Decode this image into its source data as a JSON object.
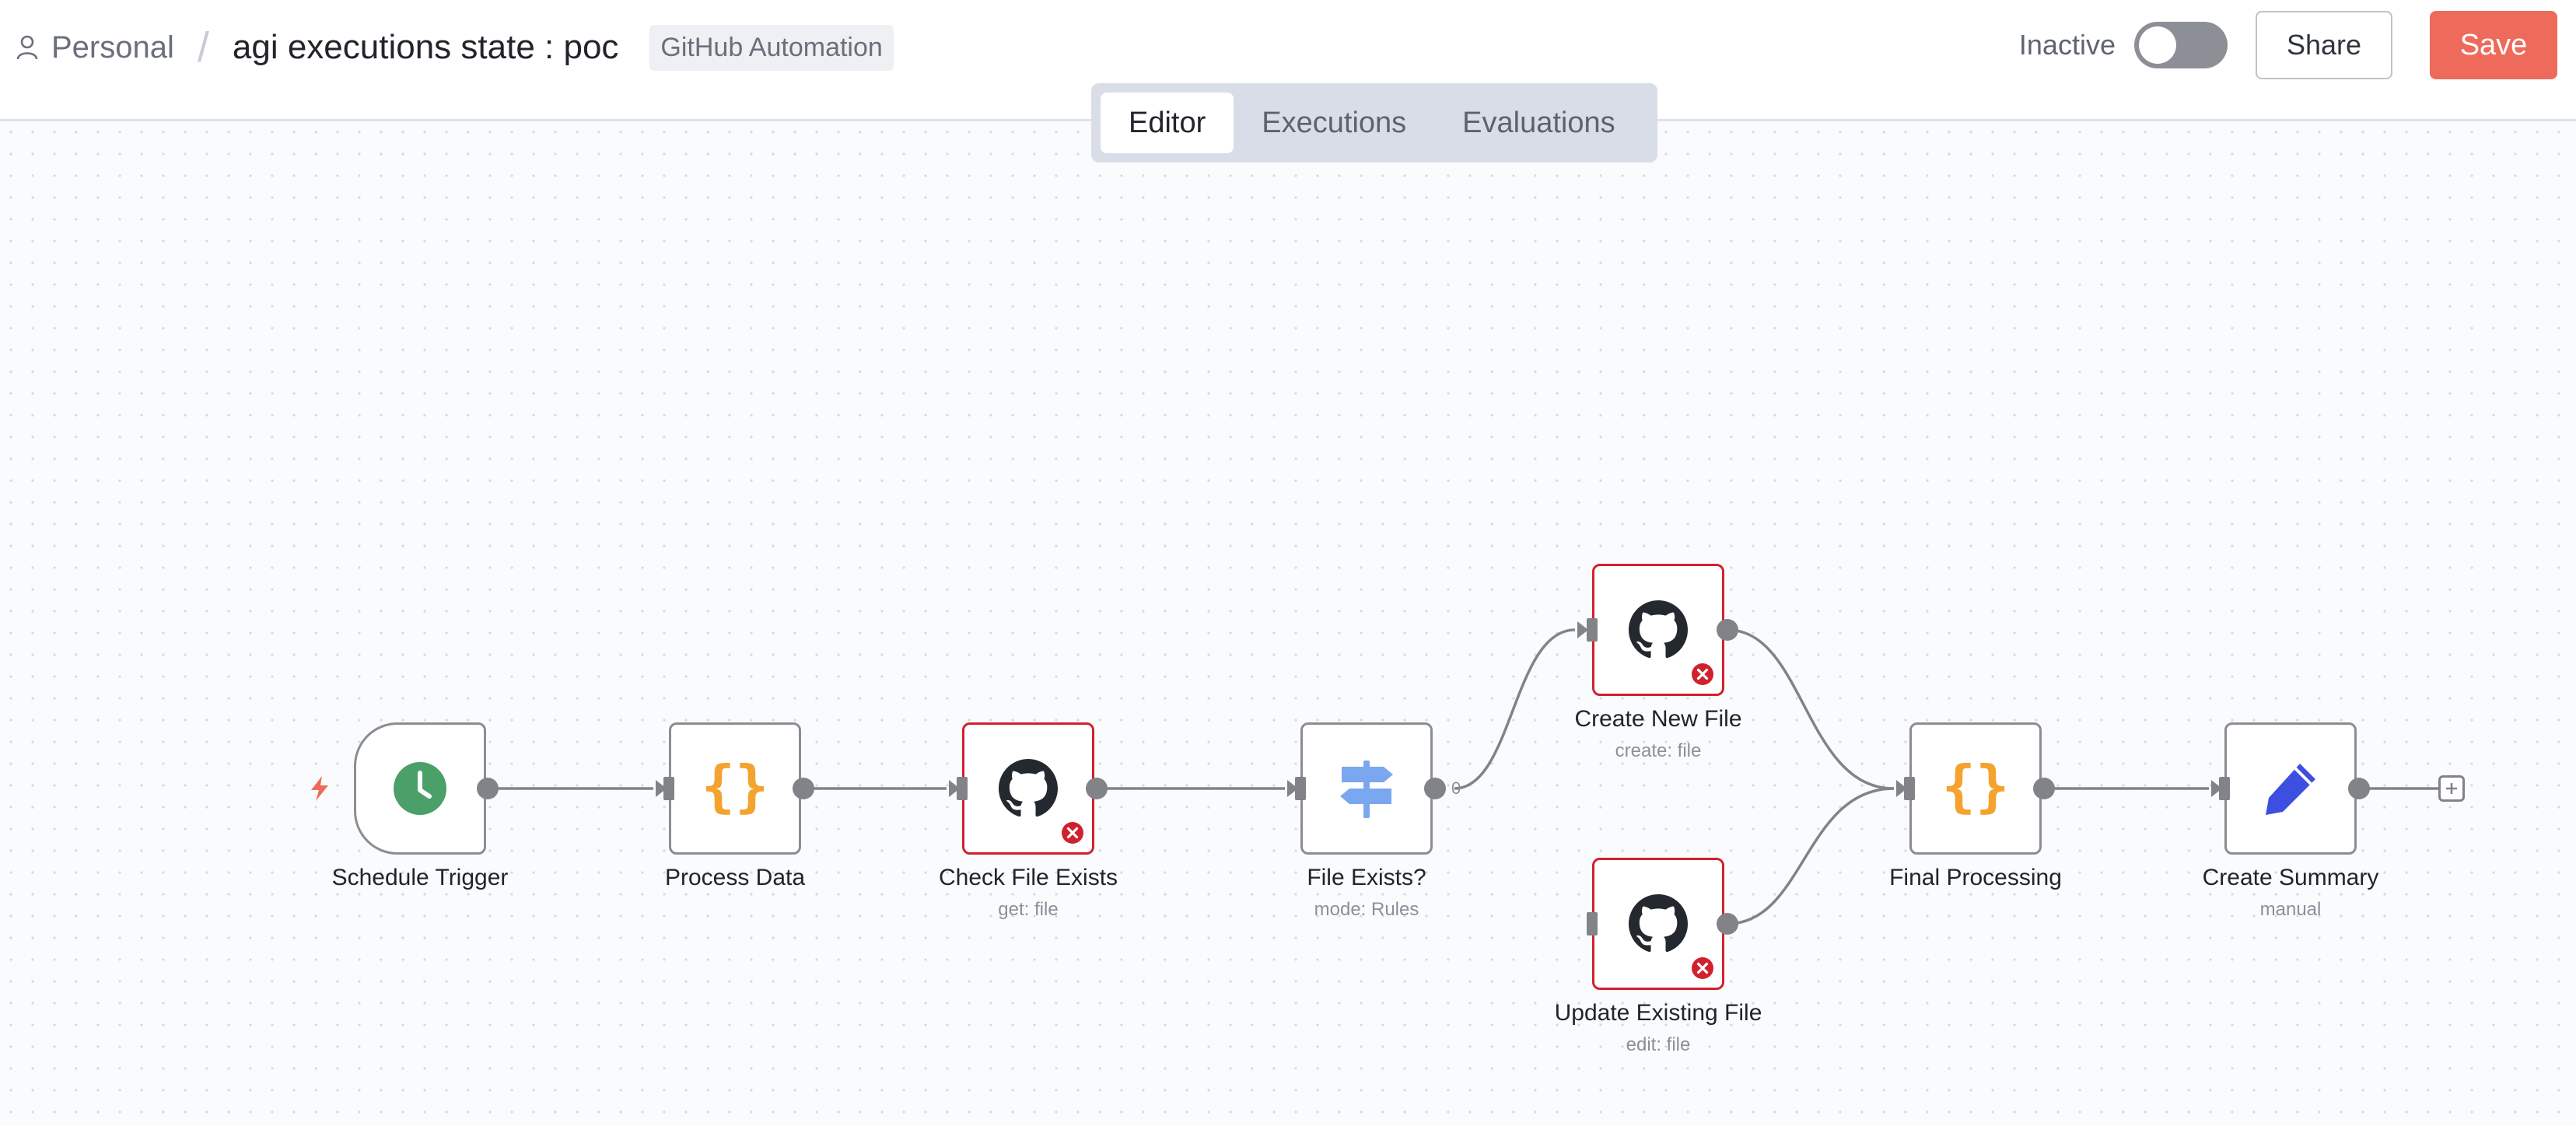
{
  "header": {
    "breadcrumb": {
      "project": "Personal",
      "separator": "/",
      "workflow_name": "agi executions state : poc"
    },
    "tag": "GitHub Automation",
    "status_label": "Inactive",
    "active": false,
    "share_label": "Share",
    "save_label": "Save"
  },
  "tabs": [
    {
      "label": "Editor",
      "active": true
    },
    {
      "label": "Executions",
      "active": false
    },
    {
      "label": "Evaluations",
      "active": false
    }
  ],
  "nodes": {
    "schedule_trigger": {
      "label": "Schedule Trigger",
      "subtitle": "",
      "icon": "clock-icon",
      "error": false
    },
    "process_data": {
      "label": "Process Data",
      "subtitle": "",
      "icon": "code-braces-icon",
      "error": false
    },
    "check_file_exists": {
      "label": "Check File Exists",
      "subtitle": "get: file",
      "icon": "github-icon",
      "error": true
    },
    "file_exists": {
      "label": "File Exists?",
      "subtitle": "mode: Rules",
      "icon": "signpost-icon",
      "error": false,
      "branch_label": "0"
    },
    "create_new_file": {
      "label": "Create New File",
      "subtitle": "create: file",
      "icon": "github-icon",
      "error": true
    },
    "update_existing_file": {
      "label": "Update Existing File",
      "subtitle": "edit: file",
      "icon": "github-icon",
      "error": true
    },
    "final_processing": {
      "label": "Final Processing",
      "subtitle": "",
      "icon": "code-braces-icon",
      "error": false
    },
    "create_summary": {
      "label": "Create Summary",
      "subtitle": "manual",
      "icon": "pencil-icon",
      "error": false
    }
  },
  "colors": {
    "accent_save": "#ee6b5b",
    "error": "#d0212f",
    "trigger_green": "#4aa068",
    "code_orange": "#f4a32f",
    "router_blue": "#7aa7f0",
    "pencil_blue": "#3d4fe0"
  }
}
